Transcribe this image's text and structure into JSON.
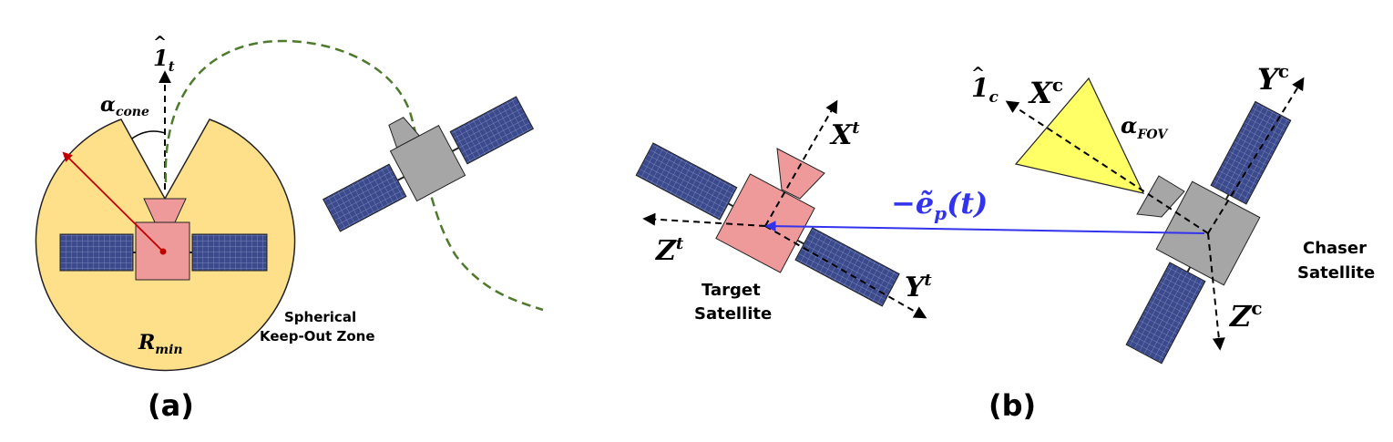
{
  "panel_a": {
    "caption": "(a)",
    "axis_label_base": "1",
    "axis_label_sub": "t",
    "cone_angle_base": "α",
    "cone_angle_sub": "cone",
    "radius_base": "R",
    "radius_sub": "min",
    "zone_label_line1": "Spherical",
    "zone_label_line2": "Keep-Out Zone"
  },
  "panel_b": {
    "caption": "(b)",
    "target_label_line1": "Target",
    "target_label_line2": "Satellite",
    "chaser_label_line1": "Chaser",
    "chaser_label_line2": "Satellite",
    "target_x_base": "X",
    "target_x_sup": "t",
    "target_y_base": "Y",
    "target_y_sup": "t",
    "target_z_base": "Z",
    "target_z_sup": "t",
    "chaser_x_base": "X",
    "chaser_x_sup": "c",
    "chaser_y_base": "Y",
    "chaser_y_sup": "c",
    "chaser_z_base": "Z",
    "chaser_z_sup": "c",
    "chaser_axis_base": "1",
    "chaser_axis_sub": "c",
    "fov_base": "α",
    "fov_sub": "FOV",
    "error_vector_label": "−ẽ",
    "error_vector_sub": "p",
    "error_vector_arg": "(t)"
  },
  "colors": {
    "zone_fill": "#FFE08A",
    "target_body": "#EE9A9A",
    "chaser_body": "#A6A6A6",
    "panel_fill": "#3B4A8C",
    "trajectory": "#4E7A2E",
    "radius_line": "#C00000",
    "error_vector": "#3333EE",
    "fov_fill": "#FFFF66"
  }
}
